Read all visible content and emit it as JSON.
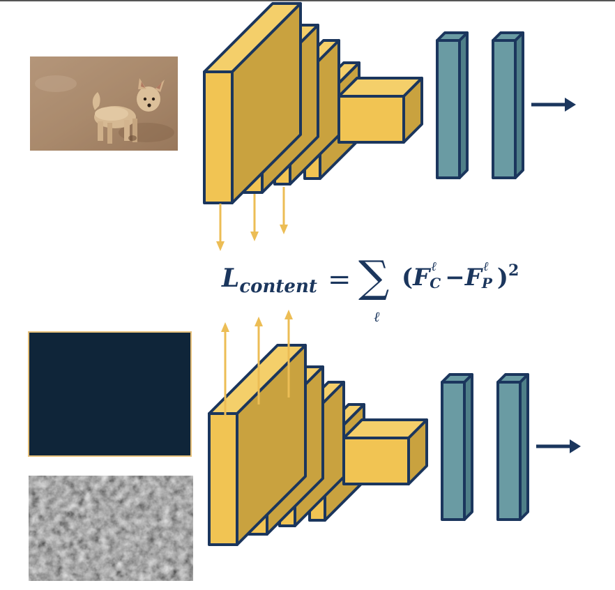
{
  "formula": {
    "lhs_symbol": "L",
    "lhs_subscript": "content",
    "equals": "=",
    "sum_symbol": "∑",
    "sum_index": "ℓ",
    "open_paren": "(",
    "term1_symbol": "F",
    "term1_superscript": "ℓ",
    "term1_subscript": "C",
    "minus": "−",
    "term2_symbol": "F",
    "term2_superscript": "ℓ",
    "term2_subscript": "P",
    "close_paren": ")",
    "power": "2"
  },
  "colors": {
    "conv_fill": "#f1c453",
    "conv_side": "#c9a23f",
    "conv_top": "#f4cf6a",
    "outline": "#1b365d",
    "fc_fill": "#6a9ba3",
    "fc_side": "#4f7f88",
    "arrow_gold": "#ecbd55",
    "dark_panel": "#0f2539"
  },
  "images": {
    "content_photo": "dog-photo",
    "generated_init": "dark-navy-panel",
    "noise_image": "gray-noise"
  }
}
